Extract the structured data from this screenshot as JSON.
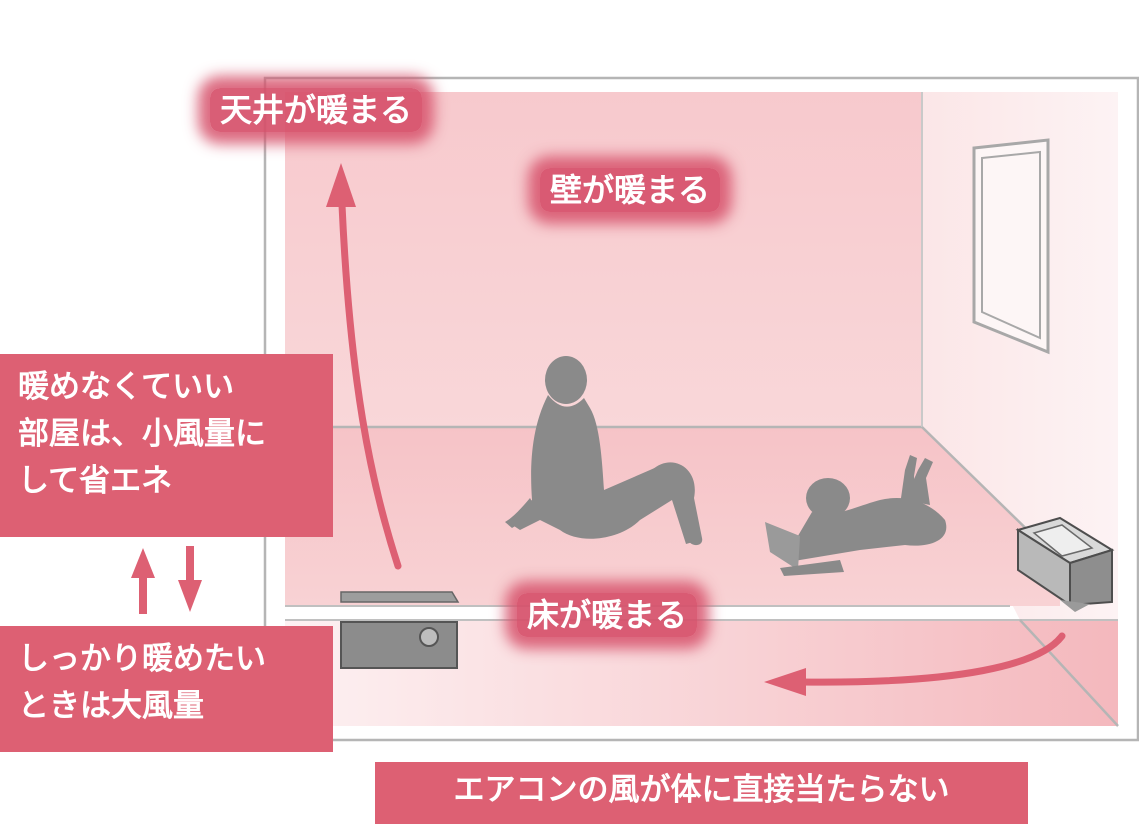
{
  "labels": {
    "ceiling": "天井が暖まる",
    "wall": "壁が暖まる",
    "floor": "床が暖まる"
  },
  "left_box_top": {
    "lines": [
      "暖めなくていい",
      "部屋は、小風量に",
      "して省エネ"
    ]
  },
  "left_box_bottom": {
    "lines": [
      "しっかり暖めたい",
      "ときは大風量"
    ]
  },
  "banner": "エアコンの風が体に直接当たらない",
  "colors": {
    "accent": "#dd6073",
    "room_tint": "#f6c9cc",
    "silhouette": "#8a8a8a",
    "room_line": "#b5b5b5"
  }
}
